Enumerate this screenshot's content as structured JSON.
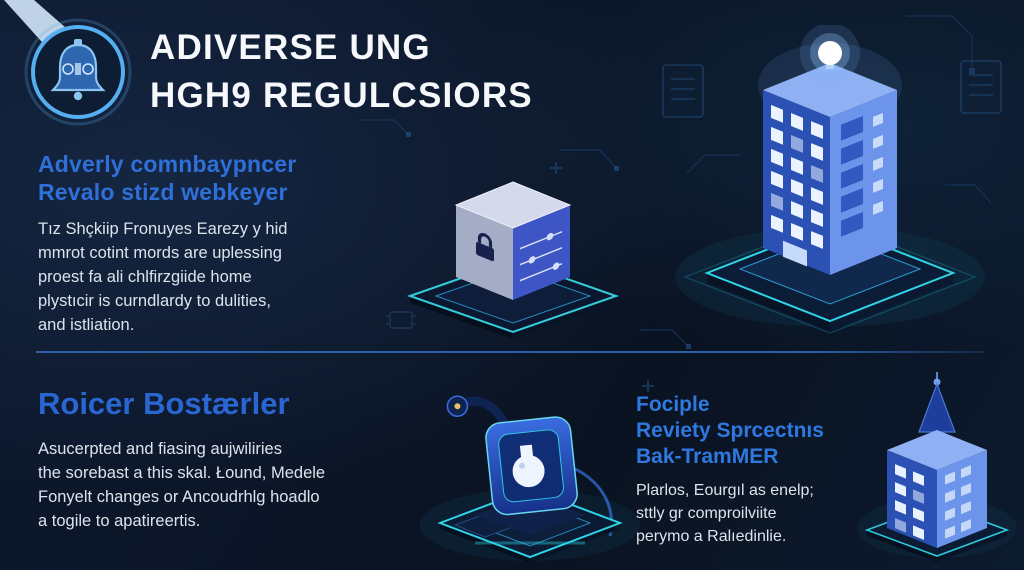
{
  "header": {
    "title_lines": [
      "ADIVERSE UNG",
      "HGH9 REGULCSIORS"
    ]
  },
  "badge": {
    "icon": "alarm-bell-icon"
  },
  "sections": {
    "top_left": {
      "heading_lines": [
        "Adverly comnbaypncer",
        "Revalo stizd webkeyer"
      ],
      "body_lines": [
        "Tız Shçkiip Fronuyes Earezy y hid",
        "mmrot cotint mords are uplessing",
        "proest fa ali chlfirzgiide home",
        "plystıcir is curndlardy to dulities,",
        "and istliation."
      ]
    },
    "bottom_left": {
      "heading_lines": [
        "Roicer Bostærler"
      ],
      "body_lines": [
        "Asucerpted and fiasing aujwiliries",
        "the sorebast a this skal. Łound, Medele",
        "Fonyelt changes or Ancoudrhlg hoadlo",
        "a togile to apatireertis."
      ]
    },
    "bottom_right": {
      "heading_lines": [
        "Fociple",
        "Reviety Sprcectnıs",
        "Bak-TramMER"
      ],
      "body_lines": [
        "Plarlos, Eourgıl as enelp;",
        "sttly gr comproilviite",
        "perymo a Ralıedinlie."
      ]
    }
  },
  "illustrations": {
    "top_center": "locked-device-isometric",
    "top_right": "lit-building-isometric",
    "bottom_center": "lab-scope-isometric",
    "bottom_right": "antenna-building-isometric"
  },
  "colors": {
    "background": "#0c1628",
    "heading_blue": "#2e6fd8",
    "accent_cyan": "#2fd4e8",
    "title_white": "#f6f8fb",
    "body_text": "#dde3ec",
    "divider": "#2b5fa6",
    "building_blue": "#2b51b4"
  }
}
